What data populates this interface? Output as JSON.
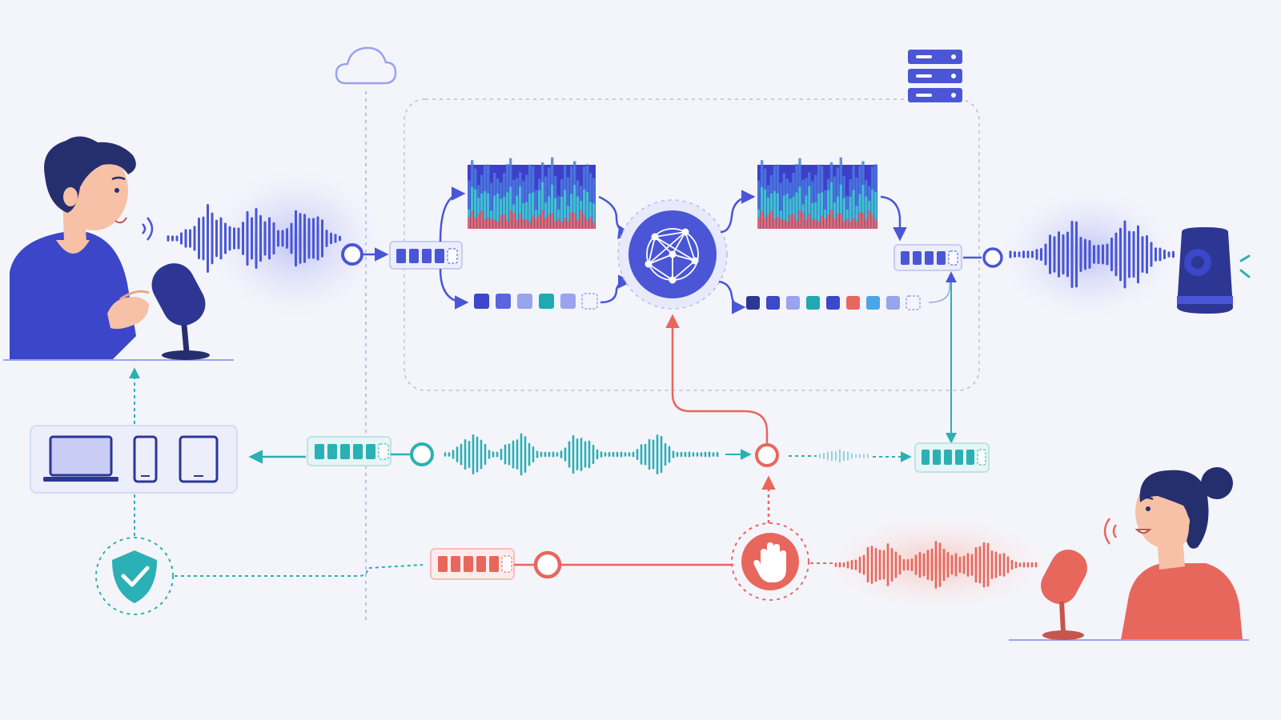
{
  "colors": {
    "background": "#f4f5fb",
    "primary": "#4a56d6",
    "primary_dark": "#2d3793",
    "primary_light": "#9aa3ee",
    "teal": "#2bb0b5",
    "coral": "#e8675d",
    "coral_light": "#f6b2a9",
    "navy": "#262f6e",
    "skin": "#f6c1a6",
    "box_border": "#c8cdee",
    "panel_fill": "#eceefb"
  },
  "icons": [
    "cloud-icon",
    "server-icon",
    "neural-network-icon",
    "microphone-icon",
    "speaker-icon",
    "laptop-icon",
    "phone-icon",
    "tablet-icon",
    "shield-check-icon",
    "hand-stop-icon",
    "sound-waves-icon"
  ],
  "spectrogram_color_bands": [
    "#3d3fc9",
    "#4b7be0",
    "#3fc0d0",
    "#e06a6a"
  ],
  "token_sequences": {
    "input_tokens": [
      "#3d47c9",
      "#5a64dc",
      "#9aa3ee",
      "#1eaab0",
      "#9aa3ee",
      "empty"
    ],
    "output_tokens": [
      "#2d3793",
      "#3d47c9",
      "#9aa3ee",
      "#1eaab0",
      "#3d47c9",
      "#e8675d",
      "#4aa6e6",
      "#9aa3ee",
      "empty"
    ]
  },
  "buffers": {
    "encoder_buffer": {
      "filled": 4,
      "total": 5,
      "color": "#4a56d6"
    },
    "decoder_buffer": {
      "filled": 4,
      "total": 5,
      "color": "#4a56d6"
    },
    "return_buffer": {
      "filled": 5,
      "total": 6,
      "color": "#2bb0b5"
    },
    "right_buffer": {
      "filled": 5,
      "total": 6,
      "color": "#2bb0b5"
    },
    "interrupt_buffer": {
      "filled": 5,
      "total": 6,
      "color": "#e8675d"
    }
  }
}
